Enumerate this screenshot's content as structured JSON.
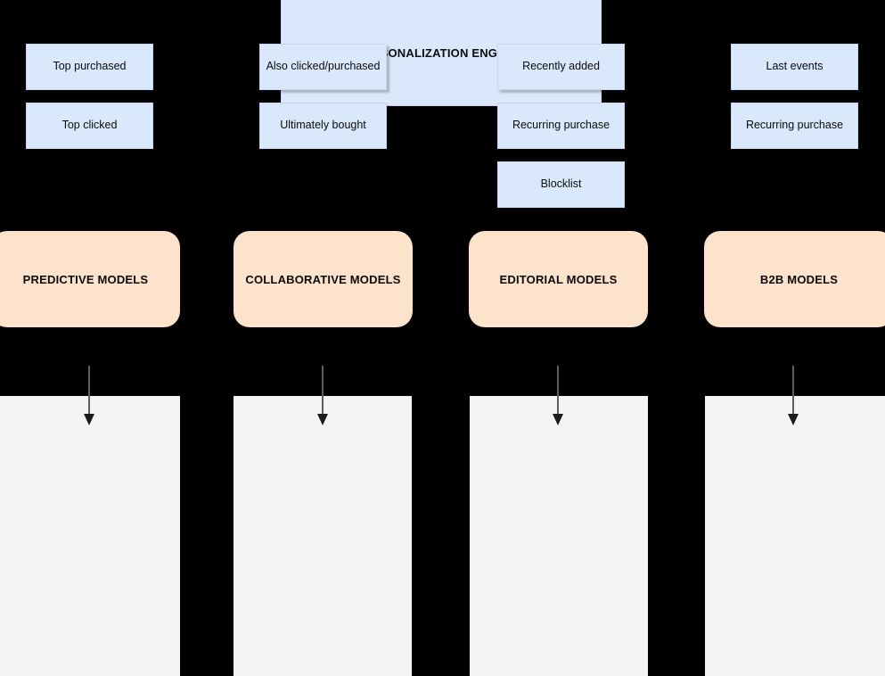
{
  "diagram": {
    "title": "PERSONALIZATION ENGINGE",
    "engine": {
      "label": "PERSONALIZATION ENGINGE",
      "fill_color": "#dbe8fb"
    },
    "palette": {
      "background": "#000000",
      "engine_fill": "#dbe8fb",
      "model_fill": "#fde3cc",
      "panel_fill": "#f4f4f4",
      "item_fill": "#d9e8fb",
      "item_border": "#c3d7f0",
      "arrow_color": "#5e5e5e",
      "text_color": "#0b0b0b"
    },
    "columns": [
      {
        "model_label": "PREDICTIVE MODELS",
        "items": [
          {
            "label": "Top purchased"
          },
          {
            "label": "Top clicked"
          }
        ]
      },
      {
        "model_label": "COLLABORATIVE MODELS",
        "items": [
          {
            "label": "Also clicked/purchased"
          },
          {
            "label": "Ultimately bought"
          }
        ]
      },
      {
        "model_label": "EDITORIAL MODELS",
        "items": [
          {
            "label": "Recently added"
          },
          {
            "label": "Recurring purchase"
          },
          {
            "label": "Blocklist"
          }
        ]
      },
      {
        "model_label": "B2B MODELS",
        "items": [
          {
            "label": "Last events"
          },
          {
            "label": "Recurring purchase"
          }
        ]
      }
    ]
  }
}
